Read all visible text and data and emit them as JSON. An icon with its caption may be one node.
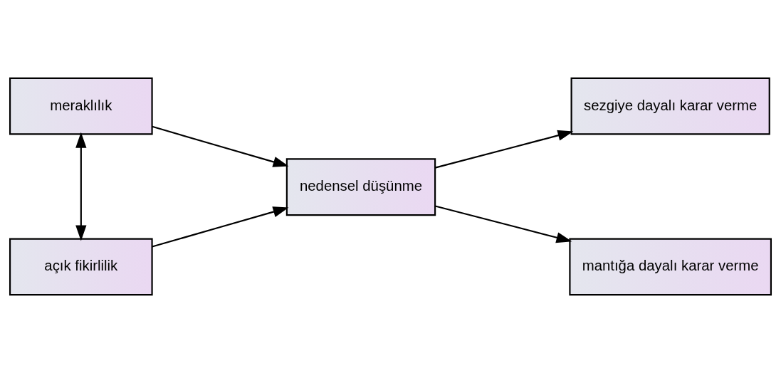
{
  "diagram": {
    "nodes": [
      {
        "text": [
          "meraklılık"
        ]
      },
      {
        "text": [
          "açık fikirlilik"
        ]
      },
      {
        "text": [
          "nedensel düşünme"
        ]
      },
      {
        "text": [
          "sezgiye dayalı karar verme"
        ]
      },
      {
        "text": [
          "mantığa dayalı karar verme"
        ]
      }
    ],
    "edges": [
      {
        "from": 0,
        "to": 2,
        "arrow": "to"
      },
      {
        "from": 1,
        "to": 2,
        "arrow": "to"
      },
      {
        "from": 2,
        "to": 3,
        "arrow": "to"
      },
      {
        "from": 2,
        "to": 4,
        "arrow": "to"
      },
      {
        "from": 0,
        "to": 1,
        "arrow": "both"
      }
    ]
  }
}
